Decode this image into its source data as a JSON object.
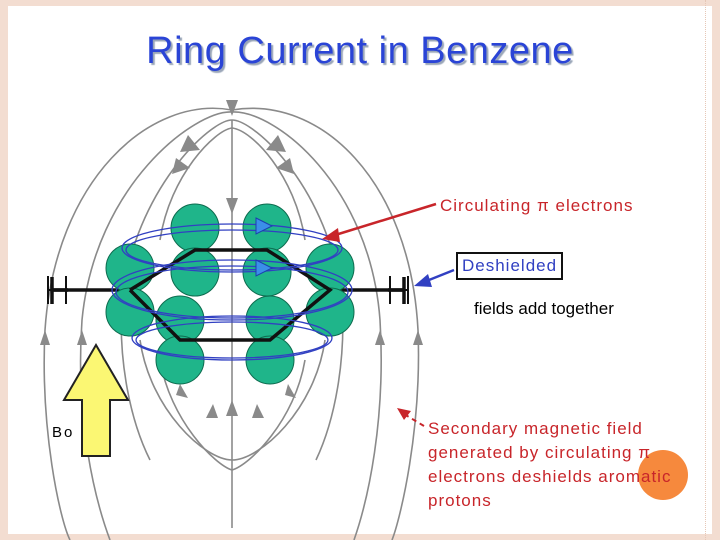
{
  "title": "Ring Current in Benzene",
  "labels": {
    "circulating": "Circulating π electrons",
    "deshielded": "Deshielded",
    "fields_add": "fields add together",
    "secondary": "Secondary magnetic field generated by circulating π electrons deshields aromatic protons",
    "bo": "Bo"
  },
  "colors": {
    "title": "#2a44d6",
    "orbital": "#1fb58a",
    "field_line": "#8a8a8a",
    "red_arrow": "#c8252a",
    "blue_arrow": "#3140c2",
    "b0_arrow": "#fbf773"
  }
}
